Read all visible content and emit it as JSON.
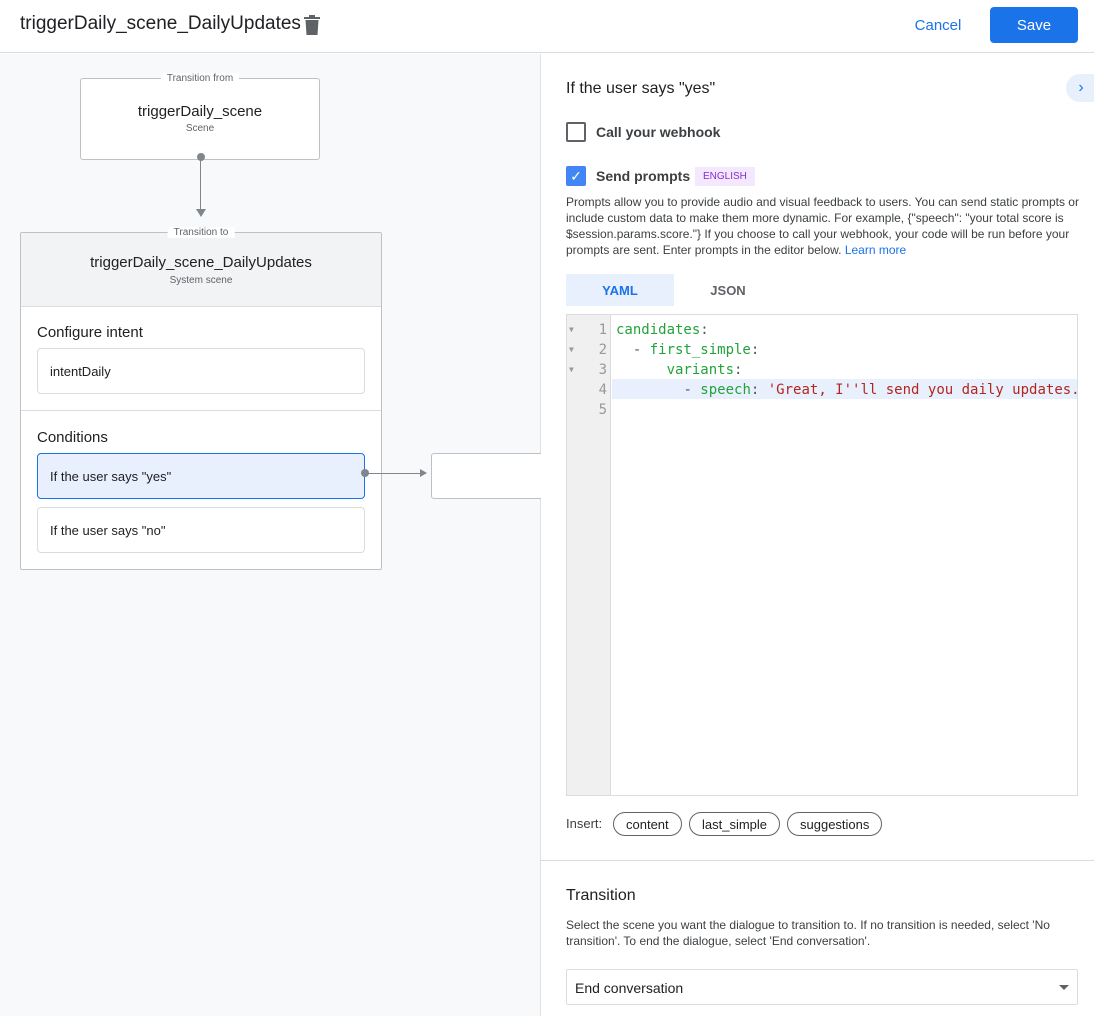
{
  "header": {
    "title": "triggerDaily_scene_DailyUpdates",
    "cancel": "Cancel",
    "save": "Save"
  },
  "canvas": {
    "from": {
      "legend": "Transition from",
      "title": "triggerDaily_scene",
      "subtitle": "Scene"
    },
    "to": {
      "legend": "Transition to",
      "title": "triggerDaily_scene_DailyUpdates",
      "subtitle": "System scene"
    },
    "configure_intent": {
      "label": "Configure intent",
      "intent": "intentDaily"
    },
    "conditions": {
      "label": "Conditions",
      "items": [
        "If the user says \"yes\"",
        "If the user says \"no\""
      ]
    }
  },
  "panel": {
    "heading": "If the user says \"yes\"",
    "webhook": {
      "label": "Call your webhook",
      "checked": false
    },
    "prompts": {
      "label": "Send prompts",
      "checked": true,
      "badge": "ENGLISH",
      "description": "Prompts allow you to provide audio and visual feedback to users. You can send static prompts or include custom data to make them more dynamic. For example, {\"speech\": \"your total score is $session.params.score.\"} If you choose to call your webhook, your code will be run before your prompts are sent. Enter prompts in the editor below.",
      "learn_more": "Learn more"
    },
    "tabs": [
      "YAML",
      "JSON"
    ],
    "active_tab": "YAML",
    "code": {
      "lines": [
        {
          "n": "1",
          "indent": "",
          "dash": "",
          "key": "candidates",
          "val": ""
        },
        {
          "n": "2",
          "indent": "  ",
          "dash": "- ",
          "key": "first_simple",
          "val": ""
        },
        {
          "n": "3",
          "indent": "      ",
          "dash": "",
          "key": "variants",
          "val": ""
        },
        {
          "n": "4",
          "indent": "        ",
          "dash": "- ",
          "key": "speech",
          "val": " 'Great, I''ll send you daily updates."
        },
        {
          "n": "5",
          "indent": "",
          "dash": "",
          "key": "",
          "val": ""
        }
      ]
    },
    "insert": {
      "label": "Insert:",
      "chips": [
        "content",
        "last_simple",
        "suggestions"
      ]
    },
    "transition": {
      "heading": "Transition",
      "description": "Select the scene you want the dialogue to transition to. If no transition is needed, select 'No transition'. To end the dialogue, select 'End conversation'.",
      "selected": "End conversation"
    }
  },
  "colors": {
    "accent": "#1a73e8",
    "badge_bg": "#f3e8fd",
    "badge_text": "#8430ce"
  }
}
